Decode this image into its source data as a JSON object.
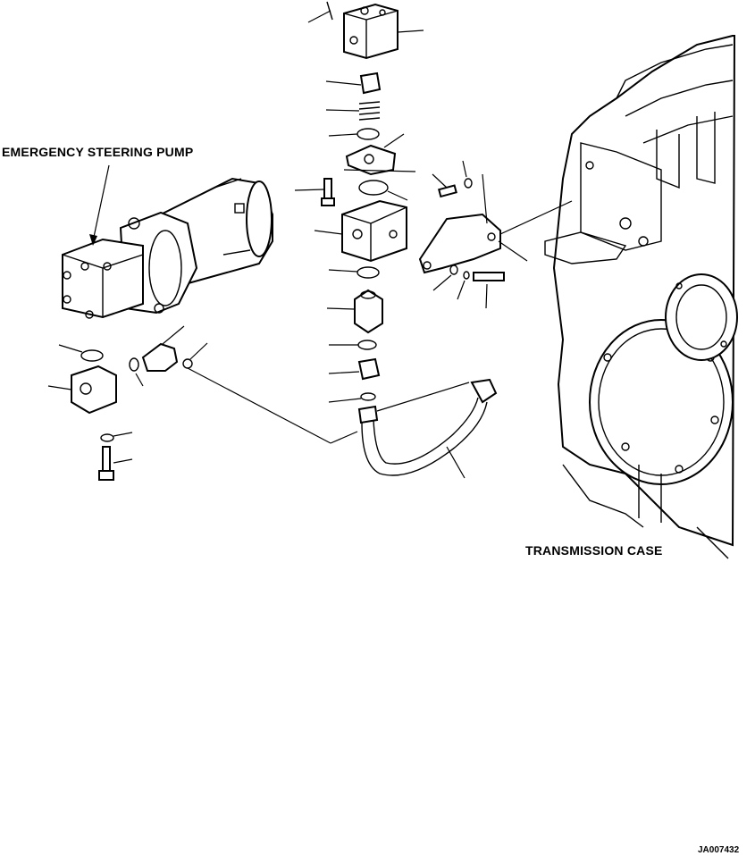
{
  "labels": {
    "emergency_pump": "EMERGENCY STEERING PUMP",
    "transmission_case": "TRANSMISSION CASE",
    "drawing_code": "JA007432"
  },
  "colors": {
    "ink": "#000000",
    "paper": "#ffffff"
  }
}
